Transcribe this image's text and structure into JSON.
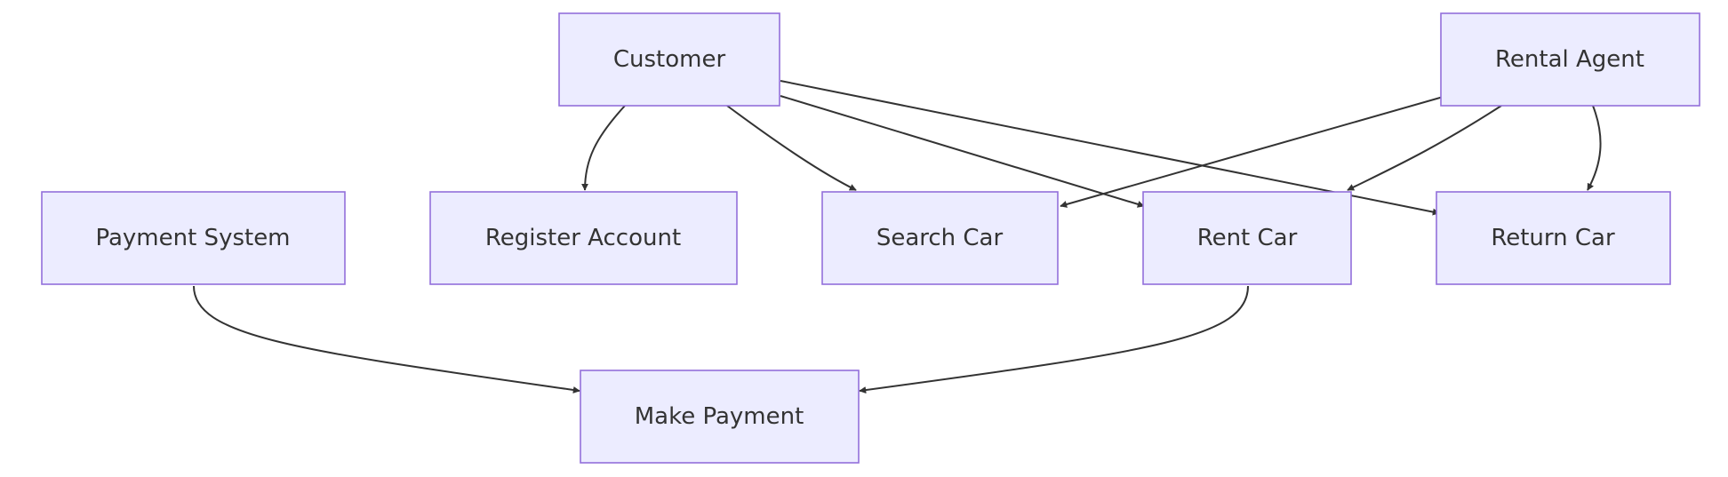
{
  "colors": {
    "node_fill": "#ECECFF",
    "node_stroke": "#9370DB",
    "edge": "#333333",
    "text": "#333333"
  },
  "diagram": {
    "nodes": [
      {
        "id": "customer",
        "label": "Customer"
      },
      {
        "id": "rental_agent",
        "label": "Rental Agent"
      },
      {
        "id": "payment_system",
        "label": "Payment System"
      },
      {
        "id": "register_account",
        "label": "Register Account"
      },
      {
        "id": "search_car",
        "label": "Search Car"
      },
      {
        "id": "rent_car",
        "label": "Rent Car"
      },
      {
        "id": "return_car",
        "label": "Return Car"
      },
      {
        "id": "make_payment",
        "label": "Make Payment"
      }
    ],
    "edges": [
      {
        "from": "customer",
        "to": "register_account"
      },
      {
        "from": "customer",
        "to": "search_car"
      },
      {
        "from": "customer",
        "to": "rent_car"
      },
      {
        "from": "customer",
        "to": "return_car"
      },
      {
        "from": "rental_agent",
        "to": "search_car"
      },
      {
        "from": "rental_agent",
        "to": "rent_car"
      },
      {
        "from": "rental_agent",
        "to": "return_car"
      },
      {
        "from": "payment_system",
        "to": "make_payment"
      },
      {
        "from": "rent_car",
        "to": "make_payment"
      }
    ]
  }
}
